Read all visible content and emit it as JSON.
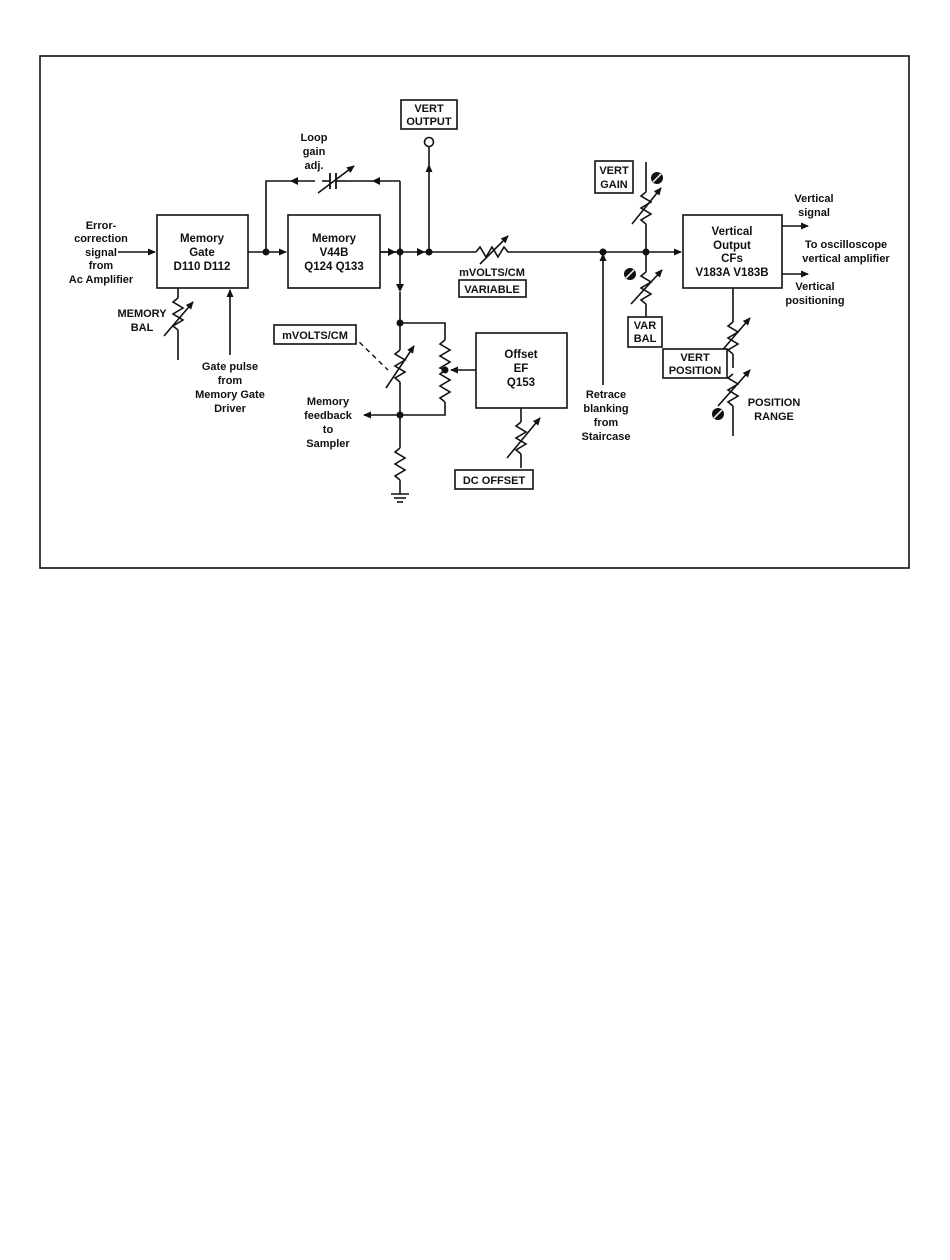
{
  "blocks": {
    "memory_gate": [
      "Memory",
      "Gate",
      "D110  D112"
    ],
    "memory": [
      "Memory",
      "V44B",
      "Q124  Q133"
    ],
    "offset_ef": [
      "Offset",
      "EF",
      "Q153"
    ],
    "vertical_output": [
      "Vertical",
      "Output",
      "CFs",
      "V183A  V183B"
    ]
  },
  "panel_labels": {
    "vert_output": [
      "VERT",
      "OUTPUT"
    ],
    "vert_gain": [
      "VERT",
      "GAIN"
    ],
    "var_bal": [
      "VAR",
      "BAL"
    ],
    "vert_position": [
      "VERT",
      "POSITION"
    ],
    "mvolts_cm_box": "mVOLTS/CM",
    "variable": "VARIABLE",
    "dc_offset": "DC  OFFSET"
  },
  "labels": {
    "error_signal": [
      "Error-",
      "correction",
      "signal",
      "from",
      "Ac Amplifier"
    ],
    "memory_bal": [
      "MEMORY",
      "BAL"
    ],
    "gate_pulse": [
      "Gate pulse",
      "from",
      "Memory Gate",
      "Driver"
    ],
    "loop_gain": [
      "Loop",
      "gain",
      "adj."
    ],
    "mvolts_cm": "mVOLTS/CM",
    "memory_feedback": [
      "Memory",
      "feedback",
      "to",
      "Sampler"
    ],
    "retrace": [
      "Retrace",
      "blanking",
      "from",
      "Staircase"
    ],
    "vertical_signal": [
      "Vertical",
      "signal"
    ],
    "to_oscilloscope": [
      "To  oscilloscope",
      "vertical  amplifier"
    ],
    "vertical_positioning": [
      "Vertical",
      "positioning"
    ],
    "position_range": [
      "POSITION",
      "RANGE"
    ]
  }
}
